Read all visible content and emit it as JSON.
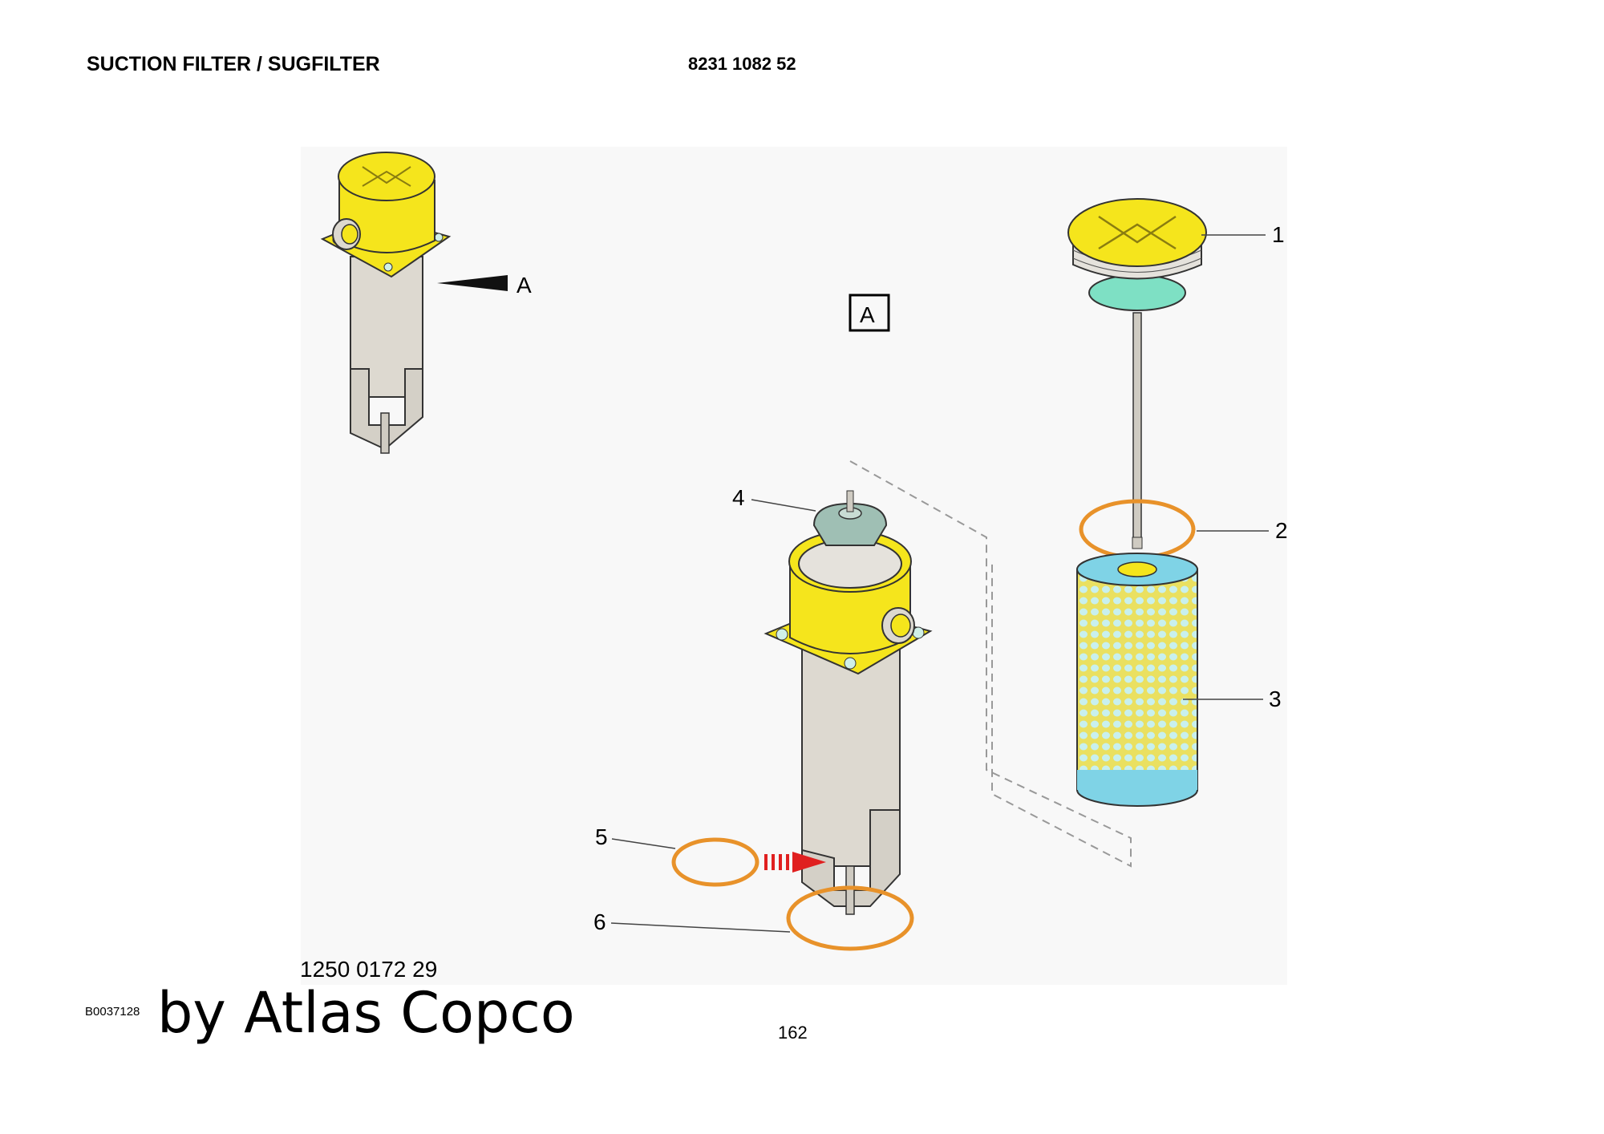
{
  "header": {
    "title": "SUCTION FILTER / SUGFILTER",
    "part_number": "8231 1082 52"
  },
  "diagram": {
    "view_label": "A",
    "arrow_label": "A",
    "callouts": [
      "1",
      "2",
      "3",
      "4",
      "5",
      "6"
    ]
  },
  "footer": {
    "sub_part_number": "1250 0172 29",
    "reference_code": "B0037128",
    "brand_text": "by Atlas Copco",
    "page_number": "162"
  },
  "colors": {
    "cap_yellow": "#f5e51c",
    "housing_grey": "#ddd9d0",
    "seal_green": "#7ee0c4",
    "oring_orange": "#e8922a",
    "filter_blue": "#7fd3e6",
    "arrow_red": "#e02020"
  }
}
